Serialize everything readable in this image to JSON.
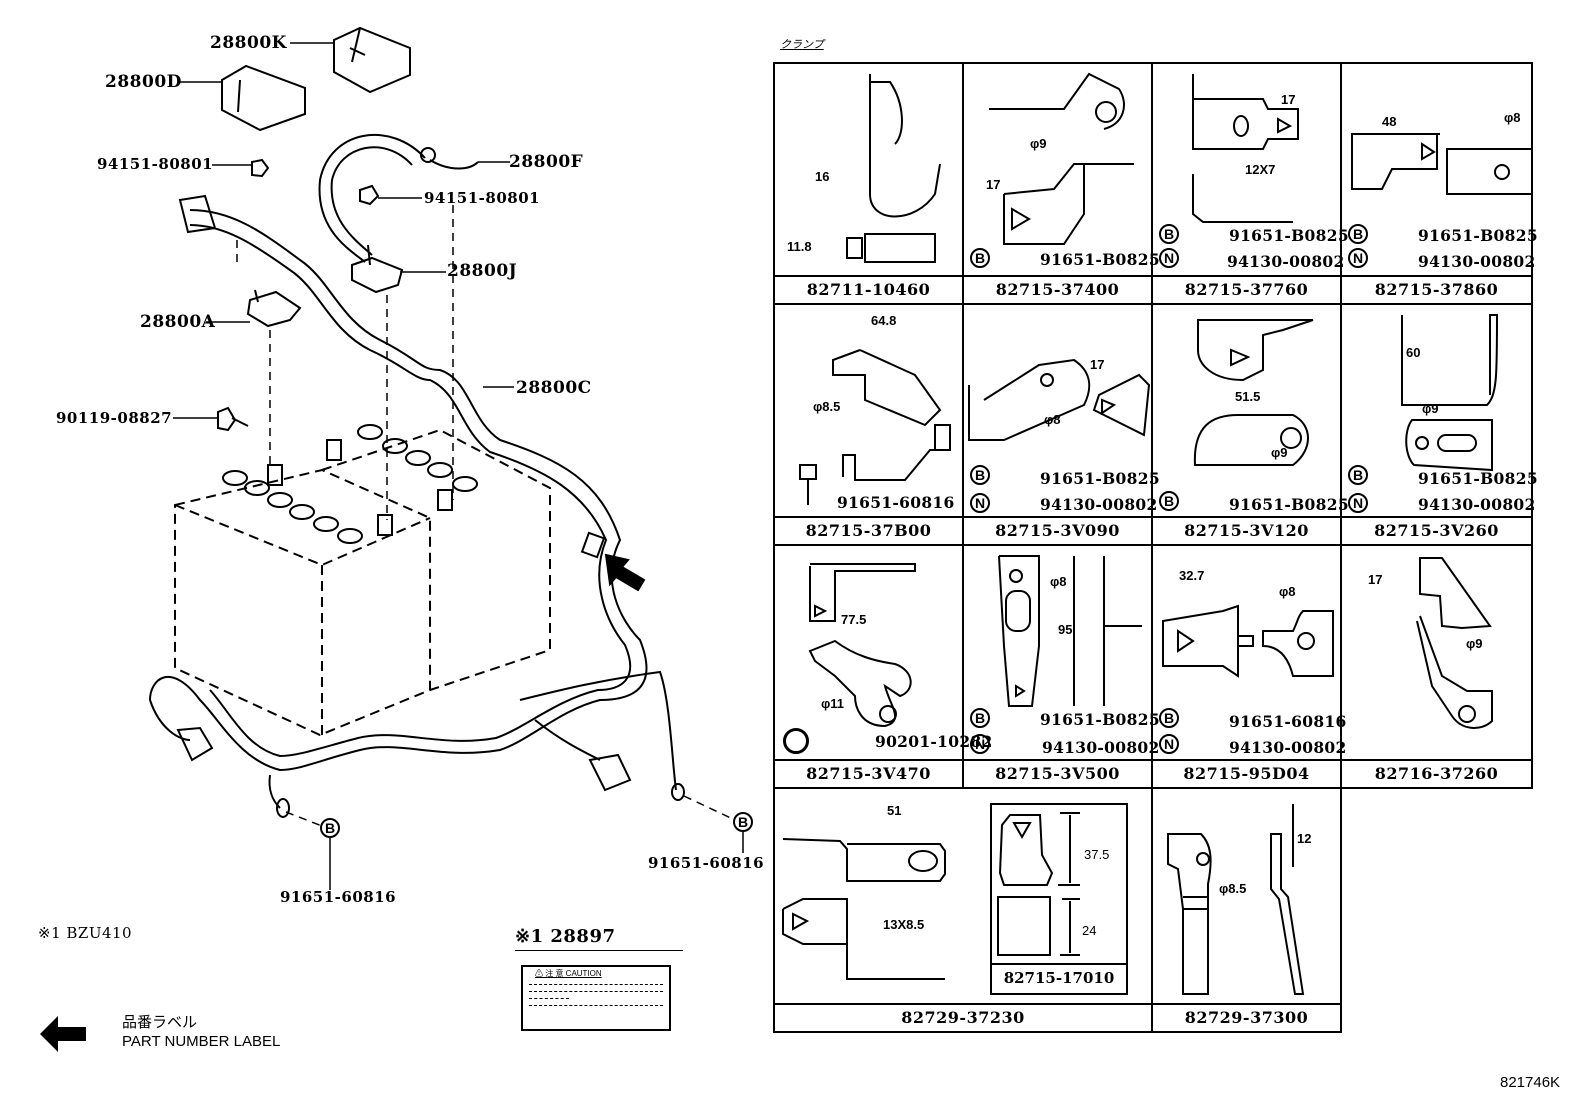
{
  "diagram": {
    "figure_id": "821746K",
    "section_title": "クランプ",
    "callouts": {
      "cover_k": "28800K",
      "cover_d": "28800D",
      "nut_left": "94151-80801",
      "cable_f": "28800F",
      "nut_right": "94151-80801",
      "terminal_j": "28800J",
      "terminal_a": "28800A",
      "harness_c": "28800C",
      "bolt": "90119-08827",
      "bolt_bottom_left": "91651-60816",
      "bolt_bottom_right": "91651-60816",
      "bolt_letter": "B"
    },
    "notes": {
      "note1": "※1 BZU410",
      "label_part": "※1 28897",
      "caution_header": "⚠ 注 意 CAUTION",
      "legend_jp": "品番ラベル",
      "legend_en": "PART NUMBER LABEL"
    },
    "clamps": [
      {
        "part": "82711-10460",
        "dims": [
          "16",
          "11.8"
        ],
        "subs": []
      },
      {
        "part": "82715-37400",
        "dims": [
          "φ9",
          "17"
        ],
        "subs": [
          {
            "sym": "B",
            "part": "91651-B0825"
          }
        ]
      },
      {
        "part": "82715-37760",
        "dims": [
          "17",
          "12X7"
        ],
        "subs": [
          {
            "sym": "B",
            "part": "91651-B0825"
          },
          {
            "sym": "N",
            "part": "94130-00802"
          }
        ]
      },
      {
        "part": "82715-37860",
        "dims": [
          "48",
          "φ8"
        ],
        "subs": [
          {
            "sym": "B",
            "part": "91651-B0825"
          },
          {
            "sym": "N",
            "part": "94130-00802"
          }
        ]
      },
      {
        "part": "82715-37B00",
        "dims": [
          "64.8",
          "φ8.5"
        ],
        "subs": [
          {
            "sym": "bolt",
            "part": "91651-60816"
          }
        ]
      },
      {
        "part": "82715-3V090",
        "dims": [
          "17",
          "φ8"
        ],
        "subs": [
          {
            "sym": "B",
            "part": "91651-B0825"
          },
          {
            "sym": "N",
            "part": "94130-00802"
          }
        ]
      },
      {
        "part": "82715-3V120",
        "dims": [
          "51.5",
          "φ9"
        ],
        "subs": [
          {
            "sym": "B",
            "part": "91651-B0825"
          }
        ]
      },
      {
        "part": "82715-3V260",
        "dims": [
          "60",
          "φ9"
        ],
        "subs": [
          {
            "sym": "B",
            "part": "91651-B0825"
          },
          {
            "sym": "N",
            "part": "94130-00802"
          }
        ]
      },
      {
        "part": "82715-3V470",
        "dims": [
          "77.5",
          "φ11"
        ],
        "subs": [
          {
            "sym": "O",
            "part": "90201-10282"
          }
        ]
      },
      {
        "part": "82715-3V500",
        "dims": [
          "φ8",
          "95"
        ],
        "subs": [
          {
            "sym": "B",
            "part": "91651-B0825"
          },
          {
            "sym": "N",
            "part": "94130-00802"
          }
        ]
      },
      {
        "part": "82715-95D04",
        "dims": [
          "32.7",
          "φ8"
        ],
        "subs": [
          {
            "sym": "B",
            "part": "91651-60816"
          },
          {
            "sym": "N",
            "part": "94130-00802"
          }
        ]
      },
      {
        "part": "82716-37260",
        "dims": [
          "17",
          "φ9"
        ],
        "subs": []
      },
      {
        "part": "82729-37230",
        "dims": [
          "51",
          "13X8.5",
          "37.5",
          "24"
        ],
        "inner_part": "82715-17010",
        "subs": []
      },
      {
        "part": "82729-37300",
        "dims": [
          "12",
          "φ8.5"
        ],
        "subs": []
      }
    ]
  }
}
